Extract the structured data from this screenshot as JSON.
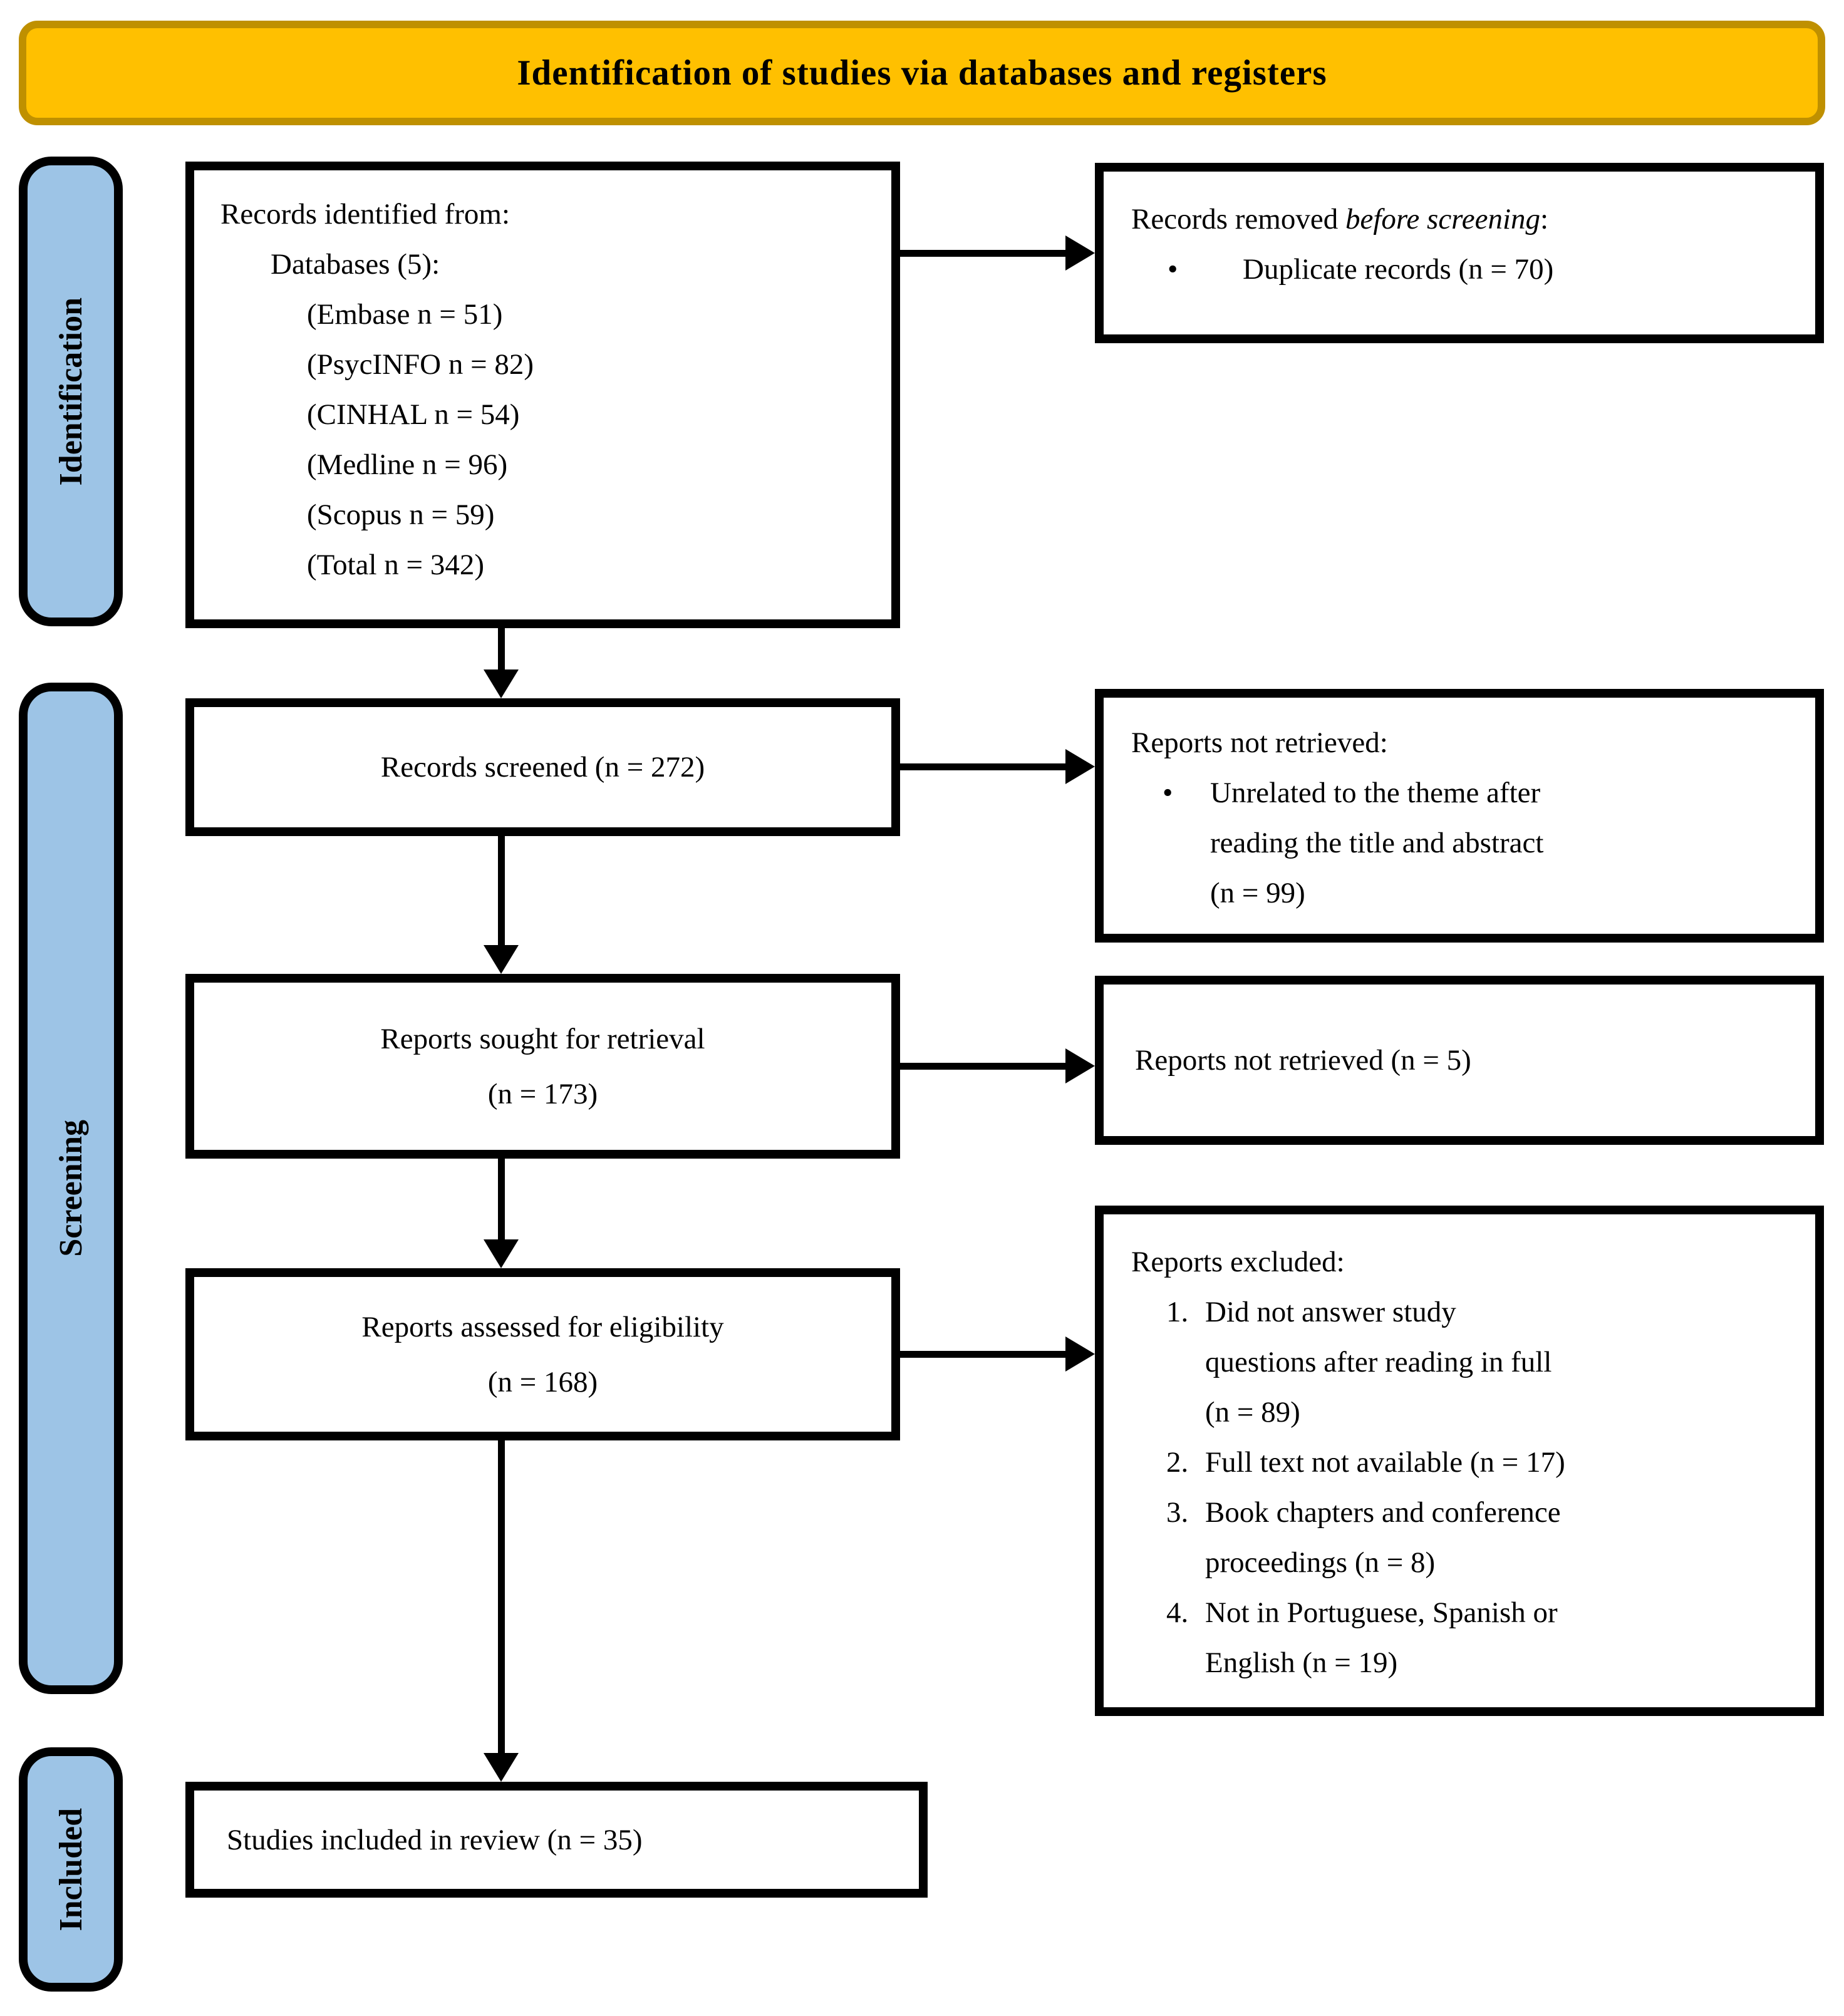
{
  "banner": {
    "title": "Identification of studies via databases and registers"
  },
  "sidebar": {
    "identification": "Identification",
    "screening": "Screening",
    "included": "Included"
  },
  "colors": {
    "banner_fill": "#FFC000",
    "banner_border": "#BF9000",
    "sidebar_fill": "#9DC4E6",
    "line": "#000000",
    "box_fill": "#FFFFFF"
  },
  "boxes": {
    "identified": {
      "title": "Records identified from:",
      "subtitle": "Databases (5):",
      "databases": [
        "(Embase n = 51)",
        "(PsycINFO n = 82)",
        "(CINHAL n = 54)",
        "(Medline n = 96)",
        "(Scopus n = 59)",
        "(Total n = 342)"
      ]
    },
    "screened": {
      "label": "Records screened (n = 272)"
    },
    "sought": {
      "line1": "Reports sought for retrieval",
      "line2": "(n = 173)"
    },
    "assessed": {
      "line1": "Reports assessed for eligibility",
      "line2": "(n = 168)"
    },
    "included": {
      "label": "Studies included in review (n = 35)"
    },
    "removed_before_screening": {
      "title_prefix": "Records removed ",
      "title_italic": "before screening",
      "title_suffix": ":",
      "bullet_char": "•",
      "bullet": "Duplicate records (n = 70)"
    },
    "not_retrieved_theme": {
      "title": "Reports not retrieved:",
      "bullet_char": "•",
      "bullet_lines": [
        "Unrelated to the theme after",
        "reading the title and abstract",
        "(n = 99)"
      ]
    },
    "not_retrieved": {
      "label": "Reports not retrieved (n = 5)"
    },
    "excluded": {
      "title": "Reports excluded:",
      "items": [
        {
          "num": "1.",
          "lines": [
            "Did not answer study",
            "questions after reading in full",
            "(n = 89)"
          ]
        },
        {
          "num": "2.",
          "lines": [
            "Full text not available (n = 17)"
          ]
        },
        {
          "num": "3.",
          "lines": [
            "Book chapters and conference",
            "proceedings (n = 8)"
          ]
        },
        {
          "num": "4.",
          "lines": [
            "Not in Portuguese, Spanish or",
            "English (n = 19)"
          ]
        }
      ]
    }
  }
}
